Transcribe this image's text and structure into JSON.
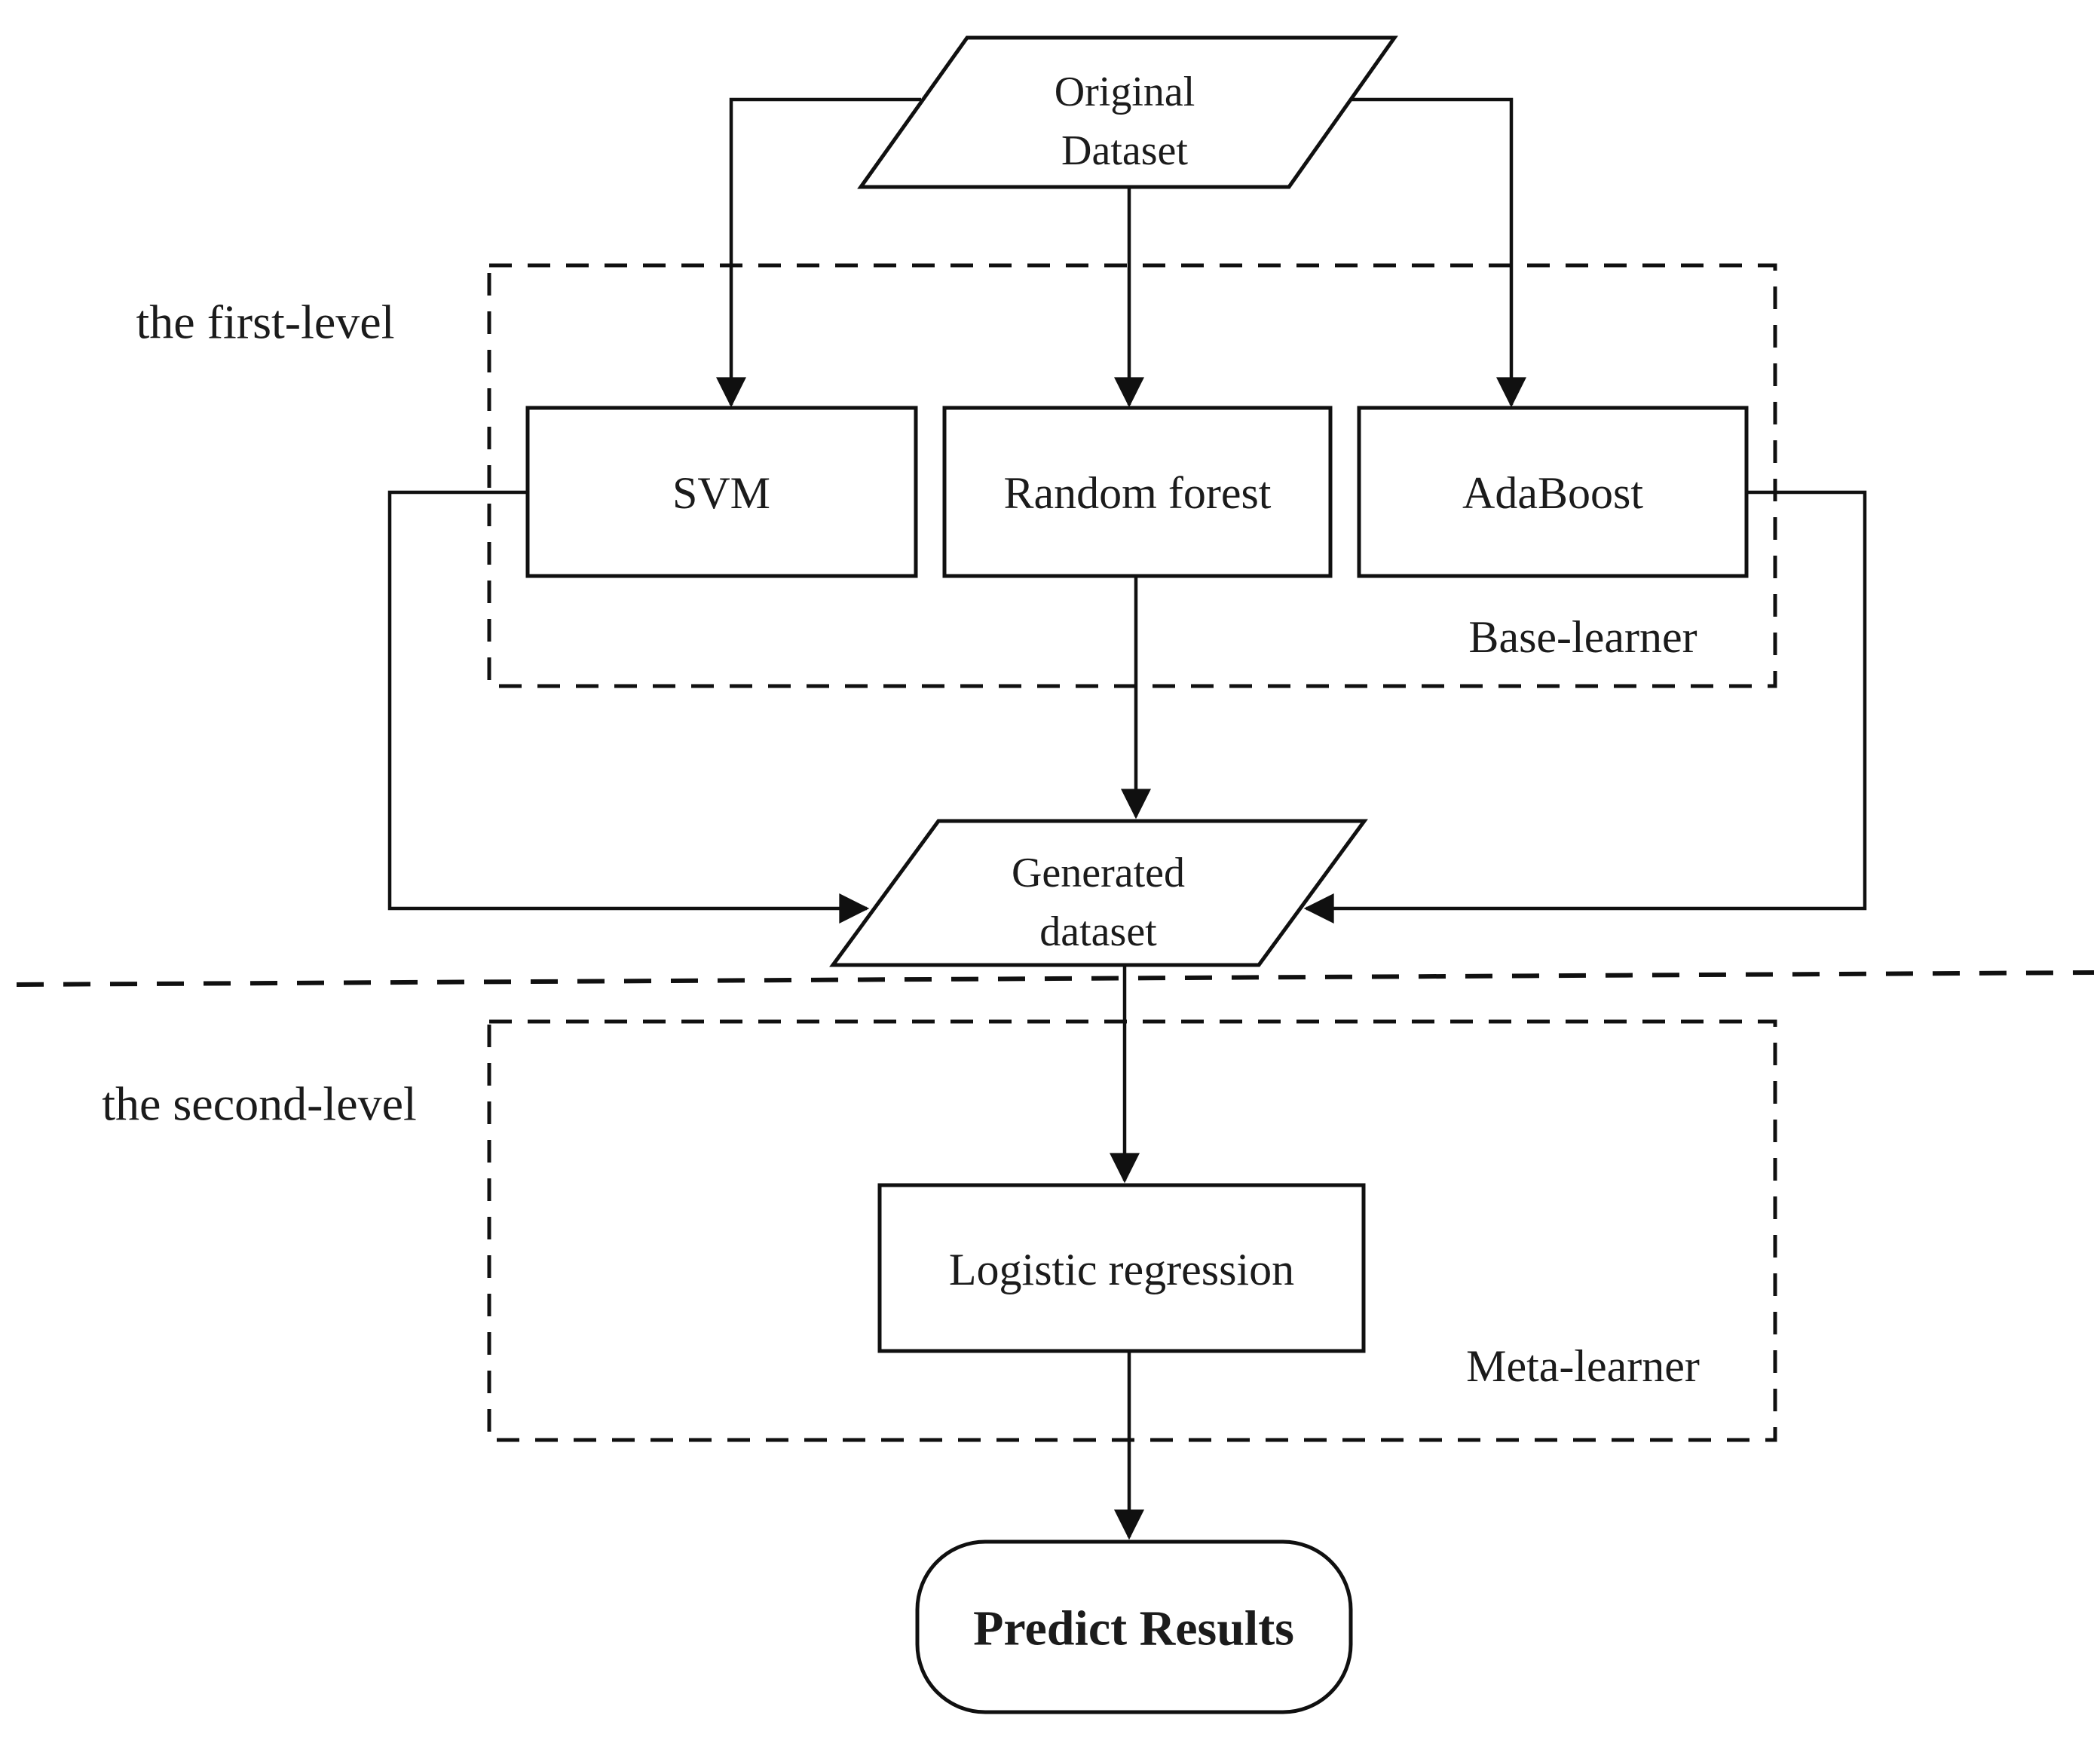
{
  "figure": {
    "type": "flowchart",
    "background": "#ffffff",
    "colors": {
      "stroke": "#101010",
      "text": "#1b1b1b"
    },
    "levels": [
      {
        "label": "the first-level",
        "group_label": "Base-learner"
      },
      {
        "label": "the second-level",
        "group_label": "Meta-learner"
      }
    ],
    "nodes": {
      "original_dataset": {
        "shape": "parallelogram",
        "lines": [
          "Original",
          "Dataset"
        ]
      },
      "svm": {
        "shape": "rectangle",
        "label": "SVM"
      },
      "random_forest": {
        "shape": "rectangle",
        "label": "Random forest"
      },
      "adaboost": {
        "shape": "rectangle",
        "label": "AdaBoost"
      },
      "generated_dataset": {
        "shape": "parallelogram",
        "lines": [
          "Generated",
          "dataset"
        ]
      },
      "logistic_regression": {
        "shape": "rectangle",
        "label": "Logistic regression"
      },
      "predict_results": {
        "shape": "rounded-rectangle",
        "label": "Predict Results"
      }
    },
    "edges": [
      {
        "from": "original_dataset",
        "to": "svm"
      },
      {
        "from": "original_dataset",
        "to": "random_forest"
      },
      {
        "from": "original_dataset",
        "to": "adaboost"
      },
      {
        "from": "svm",
        "to": "generated_dataset"
      },
      {
        "from": "random_forest",
        "to": "generated_dataset"
      },
      {
        "from": "adaboost",
        "to": "generated_dataset"
      },
      {
        "from": "generated_dataset",
        "to": "logistic_regression"
      },
      {
        "from": "logistic_regression",
        "to": "predict_results"
      }
    ]
  }
}
